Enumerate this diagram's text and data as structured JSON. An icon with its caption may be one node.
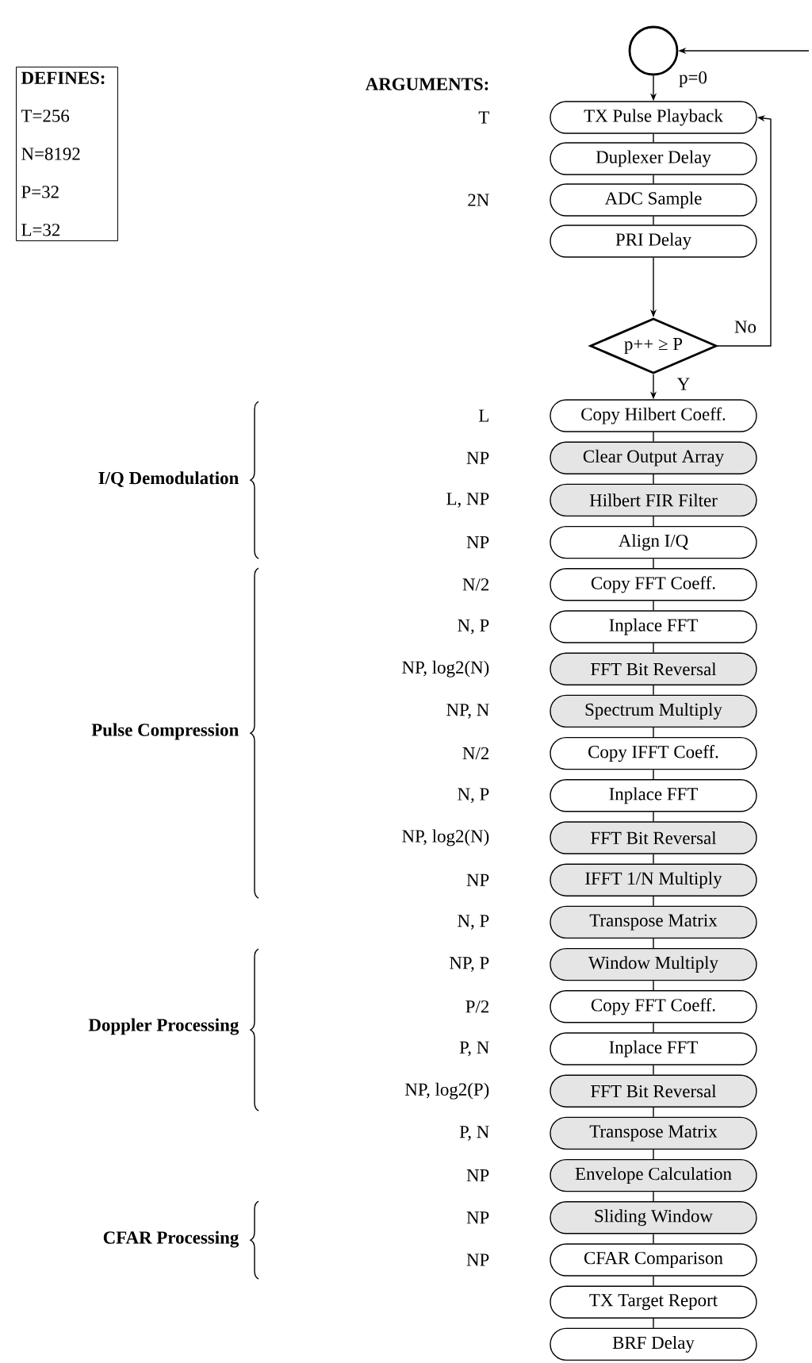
{
  "diagram": {
    "nodes": [
      {
        "text": [],
        "shape": "circle"
      },
      {
        "text": [
          "TX Pulse Playback"
        ],
        "beside": [
          "T"
        ]
      },
      {
        "text": [
          "Duplexer Delay"
        ]
      },
      {
        "text": [
          "ADC Sample"
        ],
        "beside": [
          "2N"
        ]
      },
      {
        "text": [
          "PRI Delay"
        ]
      },
      {
        "text": [
          "p++ ≥ P"
        ]
      },
      {
        "text": [
          "Copy Hilbert Coeff."
        ],
        "beside": [
          "L"
        ]
      },
      {
        "text": [
          "Clear Output Array"
        ],
        "beside": [
          "NP"
        ]
      },
      {
        "text": [
          "Hilbert FIR Filter"
        ],
        "beside": [
          "L, NP"
        ]
      },
      {
        "text": [
          "Align I/Q"
        ],
        "beside": [
          "NP"
        ]
      },
      {
        "text": [
          "Copy FFT Coeff."
        ],
        "beside": [
          "N/2"
        ]
      },
      {
        "text": [
          "Inplace FFT"
        ],
        "beside": [
          "N, P"
        ]
      },
      {
        "text": [
          "FFT Bit Reversal"
        ],
        "beside": [
          "NP, log2(N)"
        ]
      },
      {
        "text": [
          "Spectrum Multiply"
        ],
        "beside": [
          "NP, N"
        ]
      },
      {
        "text": [
          "Copy IFFT Coeff."
        ],
        "beside": [
          "N/2"
        ]
      },
      {
        "text": [
          "Inplace FFT"
        ],
        "beside": [
          "N, P"
        ]
      },
      {
        "text": [
          "FFT Bit Reversal"
        ],
        "beside": [
          "NP, log2(N)"
        ]
      },
      {
        "text": [
          "IFFT 1/N Multiply"
        ],
        "beside": [
          "NP"
        ]
      },
      {
        "text": [
          "Transpose Matrix"
        ],
        "beside": [
          "N, P"
        ]
      },
      {
        "text": [
          "Window Multiply"
        ],
        "beside": [
          "NP, P"
        ]
      },
      {
        "text": [
          "Copy FFT Coeff."
        ],
        "beside": [
          "P/2"
        ]
      },
      {
        "text": [
          "Inplace FFT"
        ],
        "beside": [
          "P, N"
        ]
      },
      {
        "text": [
          "FFT Bit Reversal"
        ],
        "beside": [
          "NP, log2(P)"
        ]
      },
      {
        "text": [
          "Transpose Matrix"
        ],
        "beside": [
          "P, N"
        ]
      },
      {
        "text": [
          "Envelope Calculation"
        ],
        "beside": [
          "NP"
        ]
      },
      {
        "text": [
          "Sliding Window"
        ],
        "beside": [
          "NP"
        ]
      },
      {
        "text": [
          "CFAR Comparison"
        ],
        "beside": [
          "NP"
        ]
      },
      {
        "text": [
          "TX Target Report"
        ]
      },
      {
        "text": [
          "BRF Delay"
        ]
      },
      {
        "text": [
          "DEFINES:",
          "T=256",
          "N=8192",
          "P=32",
          "L=32"
        ]
      }
    ],
    "edges": [
      {
        "from": 0,
        "to": 1,
        "arrow": "to",
        "label": "p=0"
      },
      {
        "from": 1,
        "to": 2,
        "arrow": "none"
      },
      {
        "from": 2,
        "to": 3,
        "arrow": "none"
      },
      {
        "from": 3,
        "to": 4,
        "arrow": "none"
      },
      {
        "from": 4,
        "to": 5,
        "arrow": "to"
      },
      {
        "from": 5,
        "to": 1,
        "arrow": "to",
        "label": "No"
      },
      {
        "from": null,
        "to": 0,
        "arrow": "to"
      },
      {
        "from": 5,
        "to": 6,
        "arrow": "to",
        "label": "Y"
      },
      {
        "from": 6,
        "to": 7,
        "arrow": "none"
      },
      {
        "from": 7,
        "to": 8,
        "arrow": "none"
      },
      {
        "from": 8,
        "to": 9,
        "arrow": "none"
      },
      {
        "from": 9,
        "to": 10,
        "arrow": "none"
      },
      {
        "from": 10,
        "to": 11,
        "arrow": "none"
      },
      {
        "from": 11,
        "to": 12,
        "arrow": "none"
      },
      {
        "from": 12,
        "to": 13,
        "arrow": "none"
      },
      {
        "from": 13,
        "to": 14,
        "arrow": "none"
      },
      {
        "from": 14,
        "to": 15,
        "arrow": "none"
      },
      {
        "from": 15,
        "to": 16,
        "arrow": "none"
      },
      {
        "from": 16,
        "to": 17,
        "arrow": "none"
      },
      {
        "from": 17,
        "to": 18,
        "arrow": "none"
      },
      {
        "from": 18,
        "to": 19,
        "arrow": "none"
      },
      {
        "from": 19,
        "to": 20,
        "arrow": "none"
      },
      {
        "from": 20,
        "to": 21,
        "arrow": "none"
      },
      {
        "from": 21,
        "to": 22,
        "arrow": "none"
      },
      {
        "from": 22,
        "to": 23,
        "arrow": "none"
      },
      {
        "from": 23,
        "to": 24,
        "arrow": "none"
      },
      {
        "from": 24,
        "to": 25,
        "arrow": "none"
      },
      {
        "from": 25,
        "to": 26,
        "arrow": "none"
      },
      {
        "from": 26,
        "to": 27,
        "arrow": "none"
      },
      {
        "from": 27,
        "to": 28,
        "arrow": "none"
      }
    ],
    "labels": [
      "ARGUMENTS:",
      "I/Q Demodulation",
      "Pulse Compression",
      "Doppler Processing",
      "CFAR Processing"
    ]
  }
}
